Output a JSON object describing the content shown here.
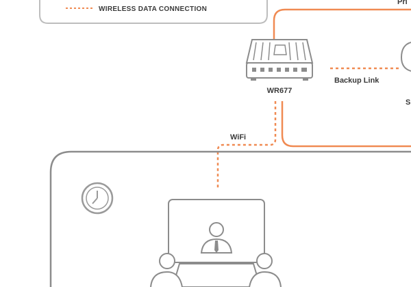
{
  "legend": {
    "wireless_label": "WIRELESS DATA CONNECTION"
  },
  "labels": {
    "top_right_partial": "Pri",
    "router_model": "WR677",
    "backup_link": "Backup Link",
    "wifi": "WiFi",
    "right_edge_partial": "S"
  },
  "colors": {
    "orange_link": "#f08a52",
    "stroke_gray": "#8c8c8c",
    "text_dark": "#3a3a3a"
  },
  "icons": {
    "router": "router-icon",
    "clock": "clock-icon",
    "meeting_room": "meeting-room-icon"
  }
}
